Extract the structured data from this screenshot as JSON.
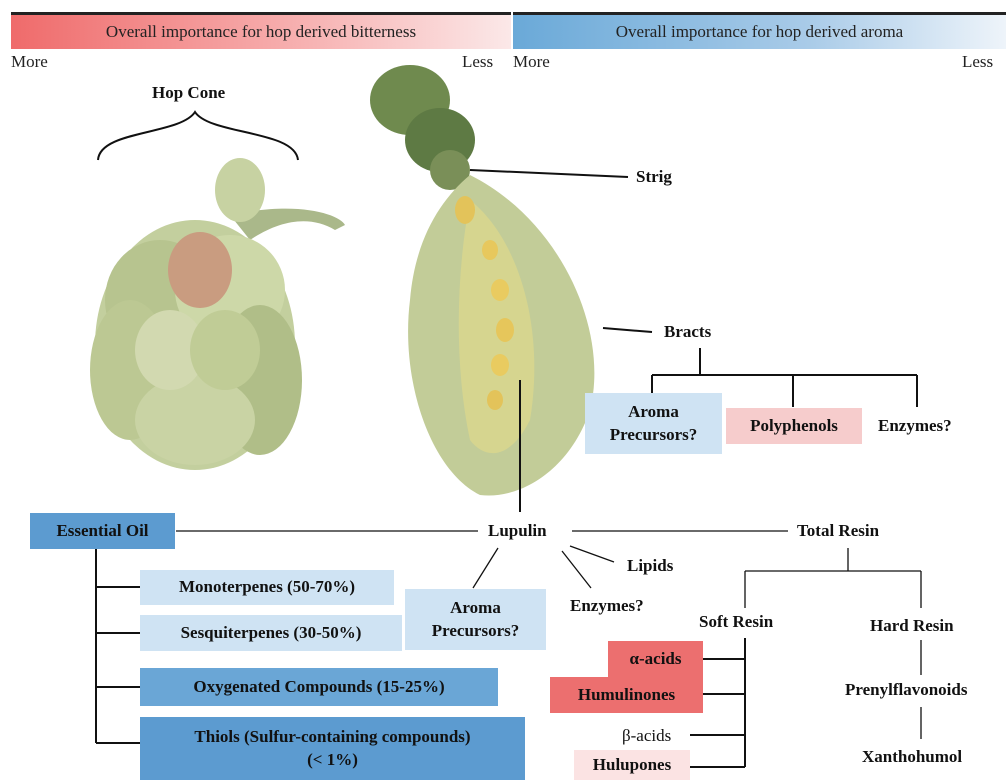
{
  "header": {
    "bitterness_bar": "Overall importance for hop derived bitterness",
    "aroma_bar": "Overall importance for hop derived aroma",
    "more_left": "More",
    "less_left": "Less",
    "more_right": "More",
    "less_right": "Less"
  },
  "labels": {
    "hop_cone": "Hop Cone",
    "strig": "Strig",
    "bracts": "Bracts",
    "lupulin": "Lupulin",
    "lipids": "Lipids",
    "enzymes_lupulin": "Enzymes?",
    "total_resin": "Total Resin",
    "soft_resin": "Soft Resin",
    "hard_resin": "Hard Resin",
    "prenylflavonoids": "Prenylflavonoids",
    "xanthohumol": "Xanthohumol",
    "beta_acids": "β-acids",
    "enzymes_bracts": "Enzymes?"
  },
  "boxes": {
    "aroma_precursors_bracts": "Aroma Precursors?",
    "polyphenols": "Polyphenols",
    "essential_oil": "Essential Oil",
    "monoterpenes": "Monoterpenes (50-70%)",
    "sesquiterpenes": "Sesquiterpenes (30-50%)",
    "oxygenated": "Oxygenated Compounds (15-25%)",
    "thiols_line1": "Thiols (Sulfur-containing compounds)",
    "thiols_line2": "(< 1%)",
    "aroma_precursors_lupulin": "Aroma Precursors?",
    "alpha_acids": "α-acids",
    "humulinones": "Humulinones",
    "hulupones": "Hulupones"
  },
  "colors": {
    "red_strong": "#ec6f6f",
    "red_light": "#f6cccc",
    "blue_strong": "#5c9bd0",
    "blue_light": "#cfe3f3",
    "hop_green": "#b9c98f"
  }
}
